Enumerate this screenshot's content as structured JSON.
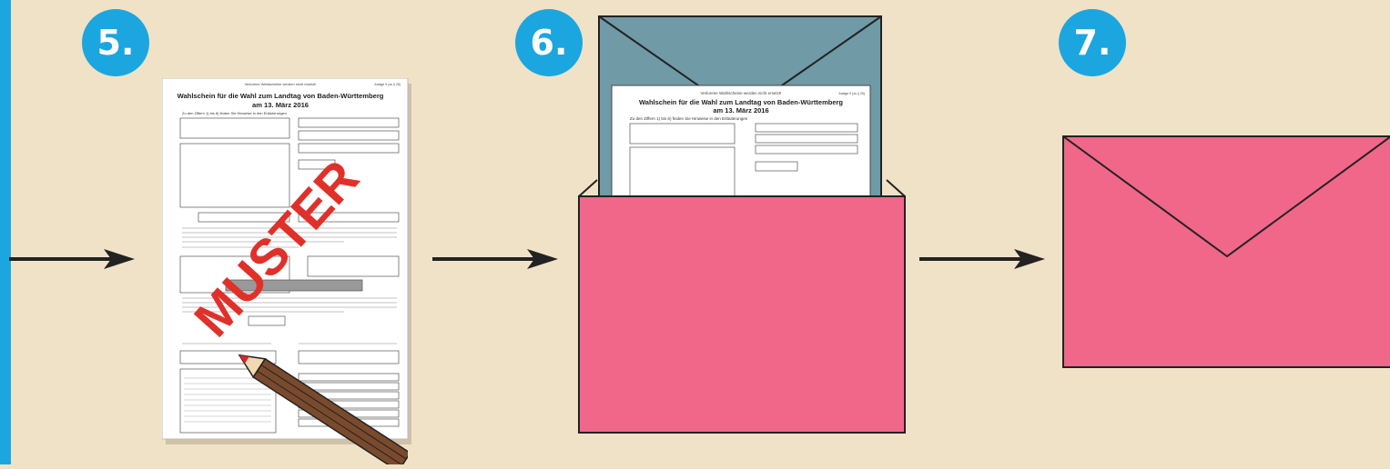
{
  "steps": [
    {
      "number": "5."
    },
    {
      "number": "6."
    },
    {
      "number": "7."
    }
  ],
  "ballot": {
    "top_note": "Verlorene Wahlscheine werden nicht ersetzt!",
    "ref": "Anlage 9 (zu § 25)",
    "title_line1": "Wahlschein für die Wahl zum Landtag von Baden-Württemberg",
    "title_line2": "am 13. März 2016",
    "subtitle": "Zu den Ziffern 1) bis 6) finden Sie Hinweise in den Erläuterungen",
    "watermark": "MUSTER"
  },
  "colors": {
    "background": "#efe2c7",
    "accent": "#1ba6df",
    "envelope_pink": "#f0678a",
    "envelope_blue": "#6f9aa6",
    "pencil_brown": "#7a4a2c",
    "pencil_tip": "#d8262e",
    "watermark_red": "#e0302a"
  }
}
